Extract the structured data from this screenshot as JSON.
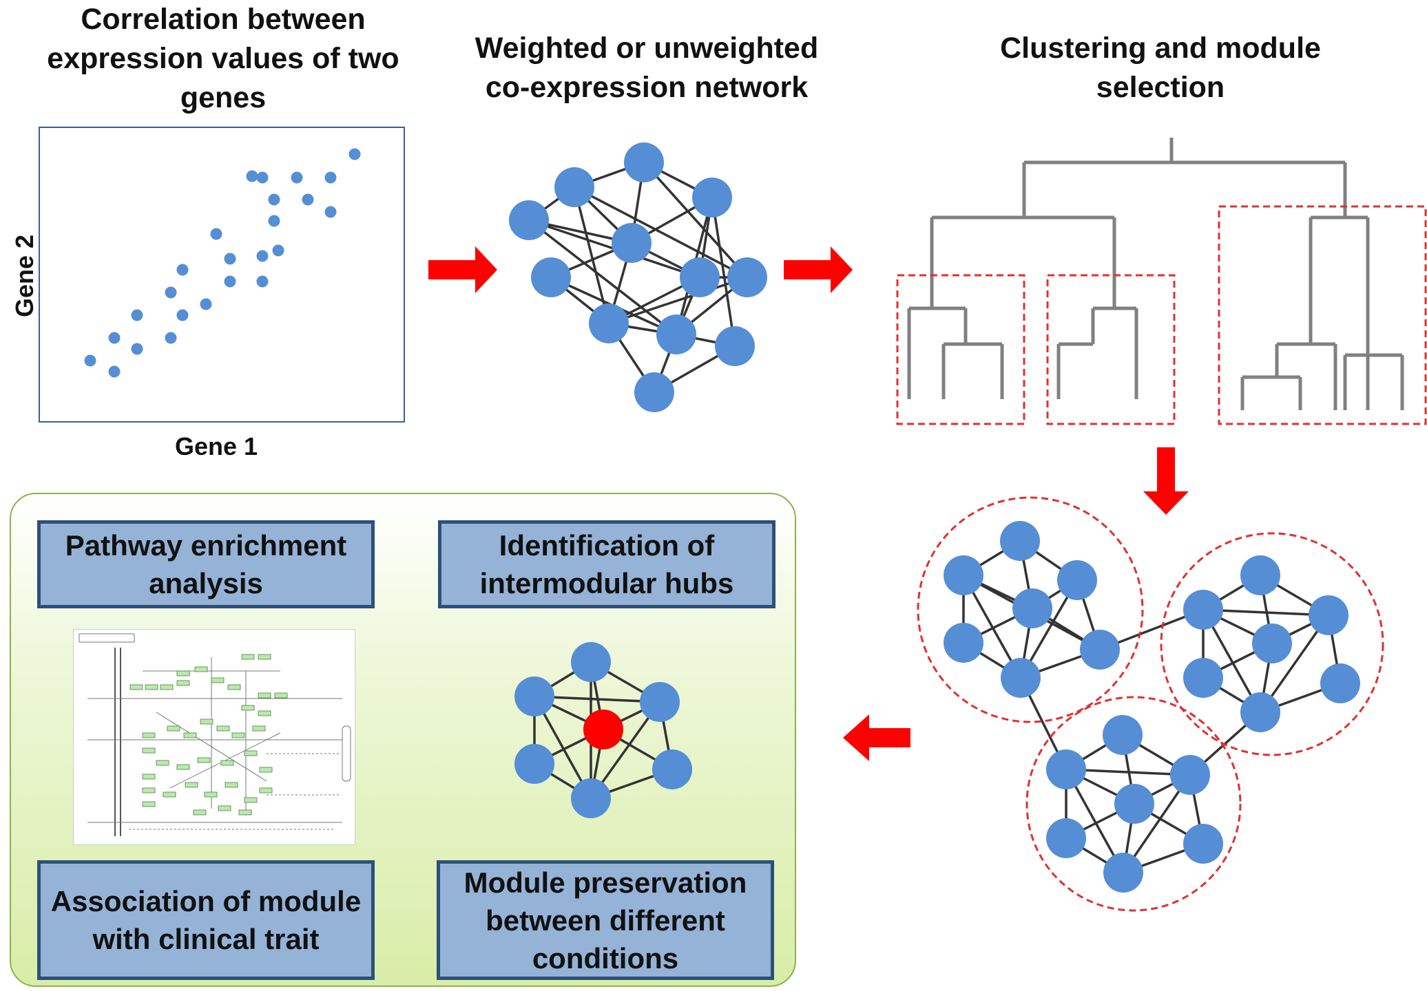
{
  "titles": {
    "correlation": "Correlation between\nexpression values of two\ngenes",
    "network": "Weighted or unweighted\nco-expression network",
    "clustering": "Clustering and module\nselection"
  },
  "scatter": {
    "xlabel": "Gene 1",
    "ylabel": "Gene 2"
  },
  "tasks": {
    "pathway": "Pathway enrichment\nanalysis",
    "hubs": "Identification of\nintermodular hubs",
    "association": "Association of module\nwith clinical trait",
    "preservation": "Module preservation\nbetween different\nconditions"
  },
  "colors": {
    "node": "#558ed5",
    "hub_node": "#ff0000",
    "edge": "#333333",
    "arrow": "#ff0000",
    "dendrogram": "#808080",
    "module_outline": "#e03030",
    "task_box_fill": "#95b3d7",
    "task_box_border": "#2e4f77",
    "panel_fill": "#d8eda8"
  },
  "icons": {
    "arrows": [
      "arrow-right-icon",
      "arrow-right-icon",
      "arrow-down-icon",
      "arrow-left-icon"
    ],
    "pathway_map": "kegg-pathway-map-icon"
  }
}
